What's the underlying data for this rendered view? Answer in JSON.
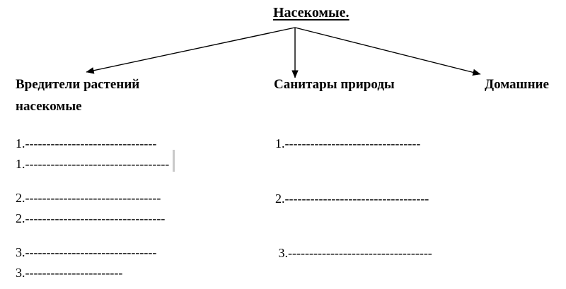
{
  "document": {
    "title": "Насекомые.",
    "categories": [
      {
        "name": "Вредители растений"
      },
      {
        "name": "Санитары природы"
      },
      {
        "name": "Домашние"
      }
    ],
    "category_wrap_label": "насекомые",
    "left_list": [
      "1.-------------------------------",
      "1.----------------------------------",
      "2.--------------------------------",
      "2.---------------------------------",
      "3.-------------------------------",
      "3.-----------------------"
    ],
    "middle_list": [
      "1.--------------------------------",
      "2.----------------------------------",
      " 3.----------------------------------"
    ]
  },
  "colors": {
    "text": "#000000",
    "background": "#ffffff",
    "caret": "#c9c9c9",
    "arrow": "#000000"
  }
}
